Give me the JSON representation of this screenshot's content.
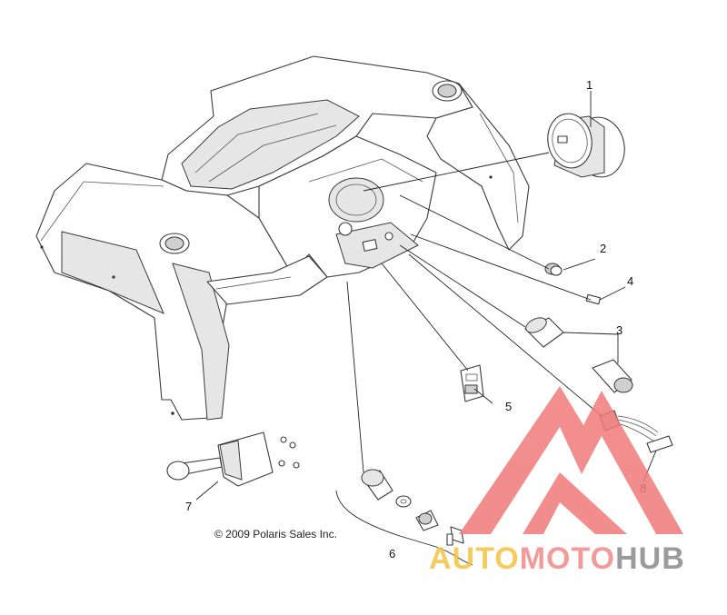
{
  "callouts": {
    "c1": "1",
    "c2": "2",
    "c3": "3",
    "c4": "4",
    "c5": "5",
    "c6": "6",
    "c7": "7",
    "c8": "8"
  },
  "copyright": "© 2009 Polaris Sales Inc.",
  "watermark": {
    "part1": "AUTO",
    "part2": "MOTO",
    "part3": "HUB",
    "color_auto": "#f5c242",
    "color_moto": "#f08a8a",
    "color_hub": "#8a8a8a",
    "logo_color": "#f07a7a"
  },
  "colors": {
    "line": "#3a3a3a",
    "background": "#ffffff"
  }
}
